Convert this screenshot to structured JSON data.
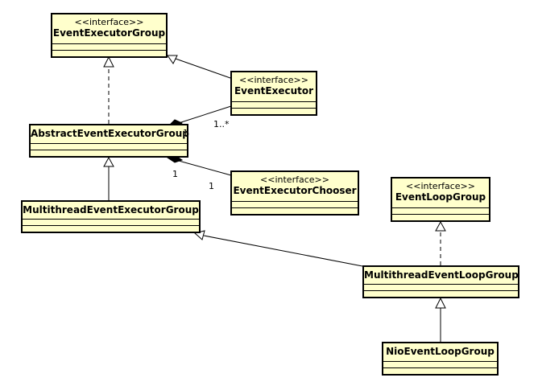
{
  "diagram": {
    "classes": {
      "event_executor_group": {
        "stereotype": "<<interface>>",
        "name": "EventExecutorGroup"
      },
      "event_executor": {
        "stereotype": "<<interface>>",
        "name": "EventExecutor"
      },
      "abstract_event_executor_group": {
        "stereotype": "",
        "name": "AbstractEventExecutorGroup"
      },
      "event_executor_chooser": {
        "stereotype": "<<interface>>",
        "name": "EventExecutorChooser"
      },
      "multithread_event_executor_group": {
        "stereotype": "",
        "name": "MultithreadEventExecutorGroup"
      },
      "event_loop_group": {
        "stereotype": "<<interface>>",
        "name": "EventLoopGroup"
      },
      "multithread_event_loop_group": {
        "stereotype": "",
        "name": "MultithreadEventLoopGroup"
      },
      "nio_event_loop_group": {
        "stereotype": "",
        "name": "NioEventLoopGroup"
      }
    },
    "multiplicities": {
      "executor_composite_end": "1",
      "executor_part_end": "1..*",
      "chooser_composite_end": "1",
      "chooser_part_end": "1"
    },
    "colors": {
      "class_fill": "#ffffcc",
      "line": "#000000"
    }
  }
}
